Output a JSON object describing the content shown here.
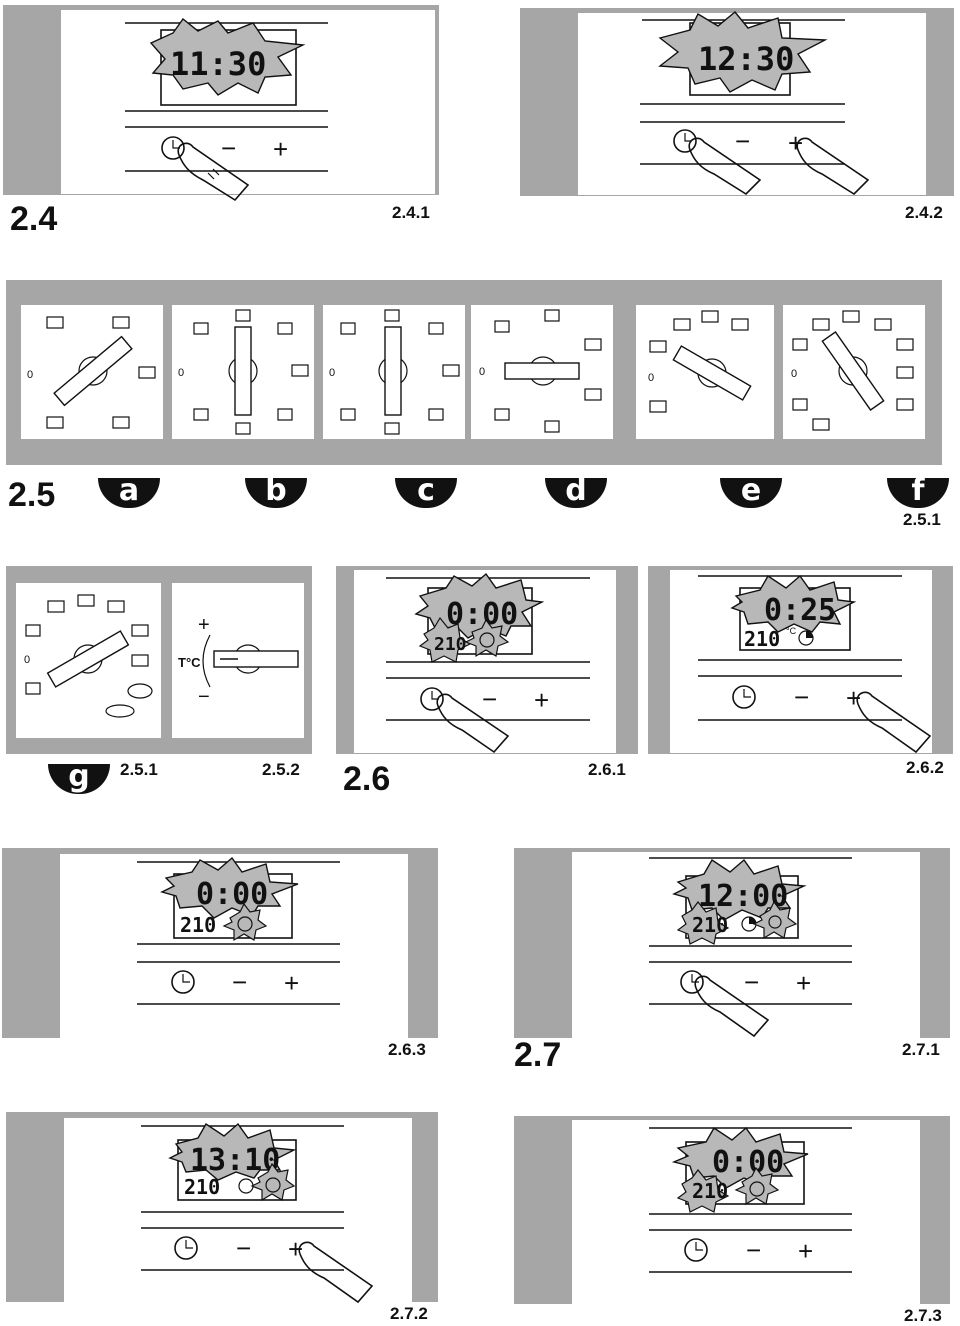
{
  "sections": {
    "s24": "2.4",
    "s25": "2.5",
    "s26": "2.6",
    "s27": "2.7"
  },
  "figures": {
    "f241": {
      "label": "2.4.1",
      "time": "11:30"
    },
    "f242": {
      "label": "2.4.2",
      "time": "12:30"
    },
    "f251a": {
      "label": "2.5.1"
    },
    "f251b": {
      "label": "2.5.1"
    },
    "f252": {
      "label": "2.5.2",
      "temp_label": "T°C",
      "plus": "+",
      "minus": "−"
    },
    "f261": {
      "label": "2.6.1",
      "time": "0:00",
      "temp": "210"
    },
    "f262": {
      "label": "2.6.2",
      "time": "0:25",
      "temp": "210",
      "unit": "°C"
    },
    "f263": {
      "label": "2.6.3",
      "time": "0:00",
      "temp": "210"
    },
    "f271": {
      "label": "2.7.1",
      "time": "12:00",
      "temp": "210"
    },
    "f272": {
      "label": "2.7.2",
      "time": "13:10",
      "temp": "210"
    },
    "f273": {
      "label": "2.7.3",
      "time": "0:00",
      "temp": "210"
    }
  },
  "controls": {
    "minus": "−",
    "plus": "+"
  },
  "dials": {
    "a": {
      "badge": "a",
      "zero": "0"
    },
    "b": {
      "badge": "b",
      "zero": "0"
    },
    "c": {
      "badge": "c",
      "zero": "0"
    },
    "d": {
      "badge": "d",
      "zero": "0"
    },
    "e": {
      "badge": "e",
      "zero": "0"
    },
    "f": {
      "badge": "f",
      "zero": "0"
    },
    "g": {
      "badge": "g",
      "zero": "0"
    }
  },
  "icons": [
    "clock-icon",
    "finger-icon",
    "oven-mode-icon"
  ]
}
